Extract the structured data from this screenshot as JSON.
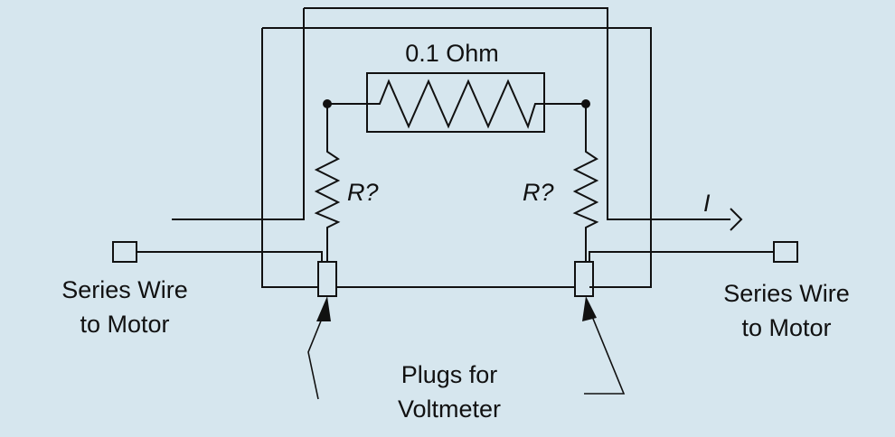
{
  "labels": {
    "shunt_value": "0.1 Ohm",
    "left_resistor": "R?",
    "right_resistor": "R?",
    "current": "I",
    "left_wire_line1": "Series Wire",
    "left_wire_line2": "to Motor",
    "right_wire_line1": "Series Wire",
    "right_wire_line2": "to Motor",
    "plugs_line1": "Plugs for",
    "plugs_line2": "Voltmeter"
  },
  "colors": {
    "background": "#d6e6ee",
    "ink": "#111111"
  }
}
